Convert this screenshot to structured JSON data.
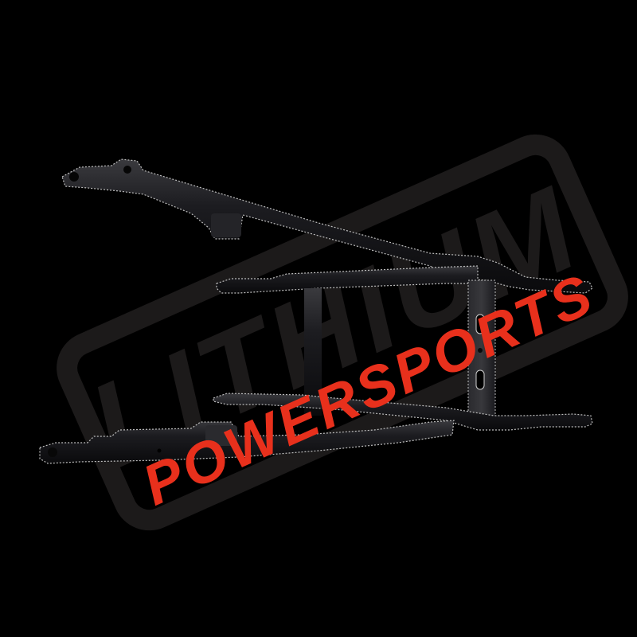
{
  "image": {
    "subject": "black motorcycle rear subframe",
    "background_color": "#000000",
    "part_color": "#141416"
  },
  "watermark": {
    "brand_word": "LITHIUM",
    "sub_word": "POWERSPORTS",
    "brand_color": "#1c1a1a",
    "sub_color": "#e8301c",
    "rotation_deg": -24
  }
}
